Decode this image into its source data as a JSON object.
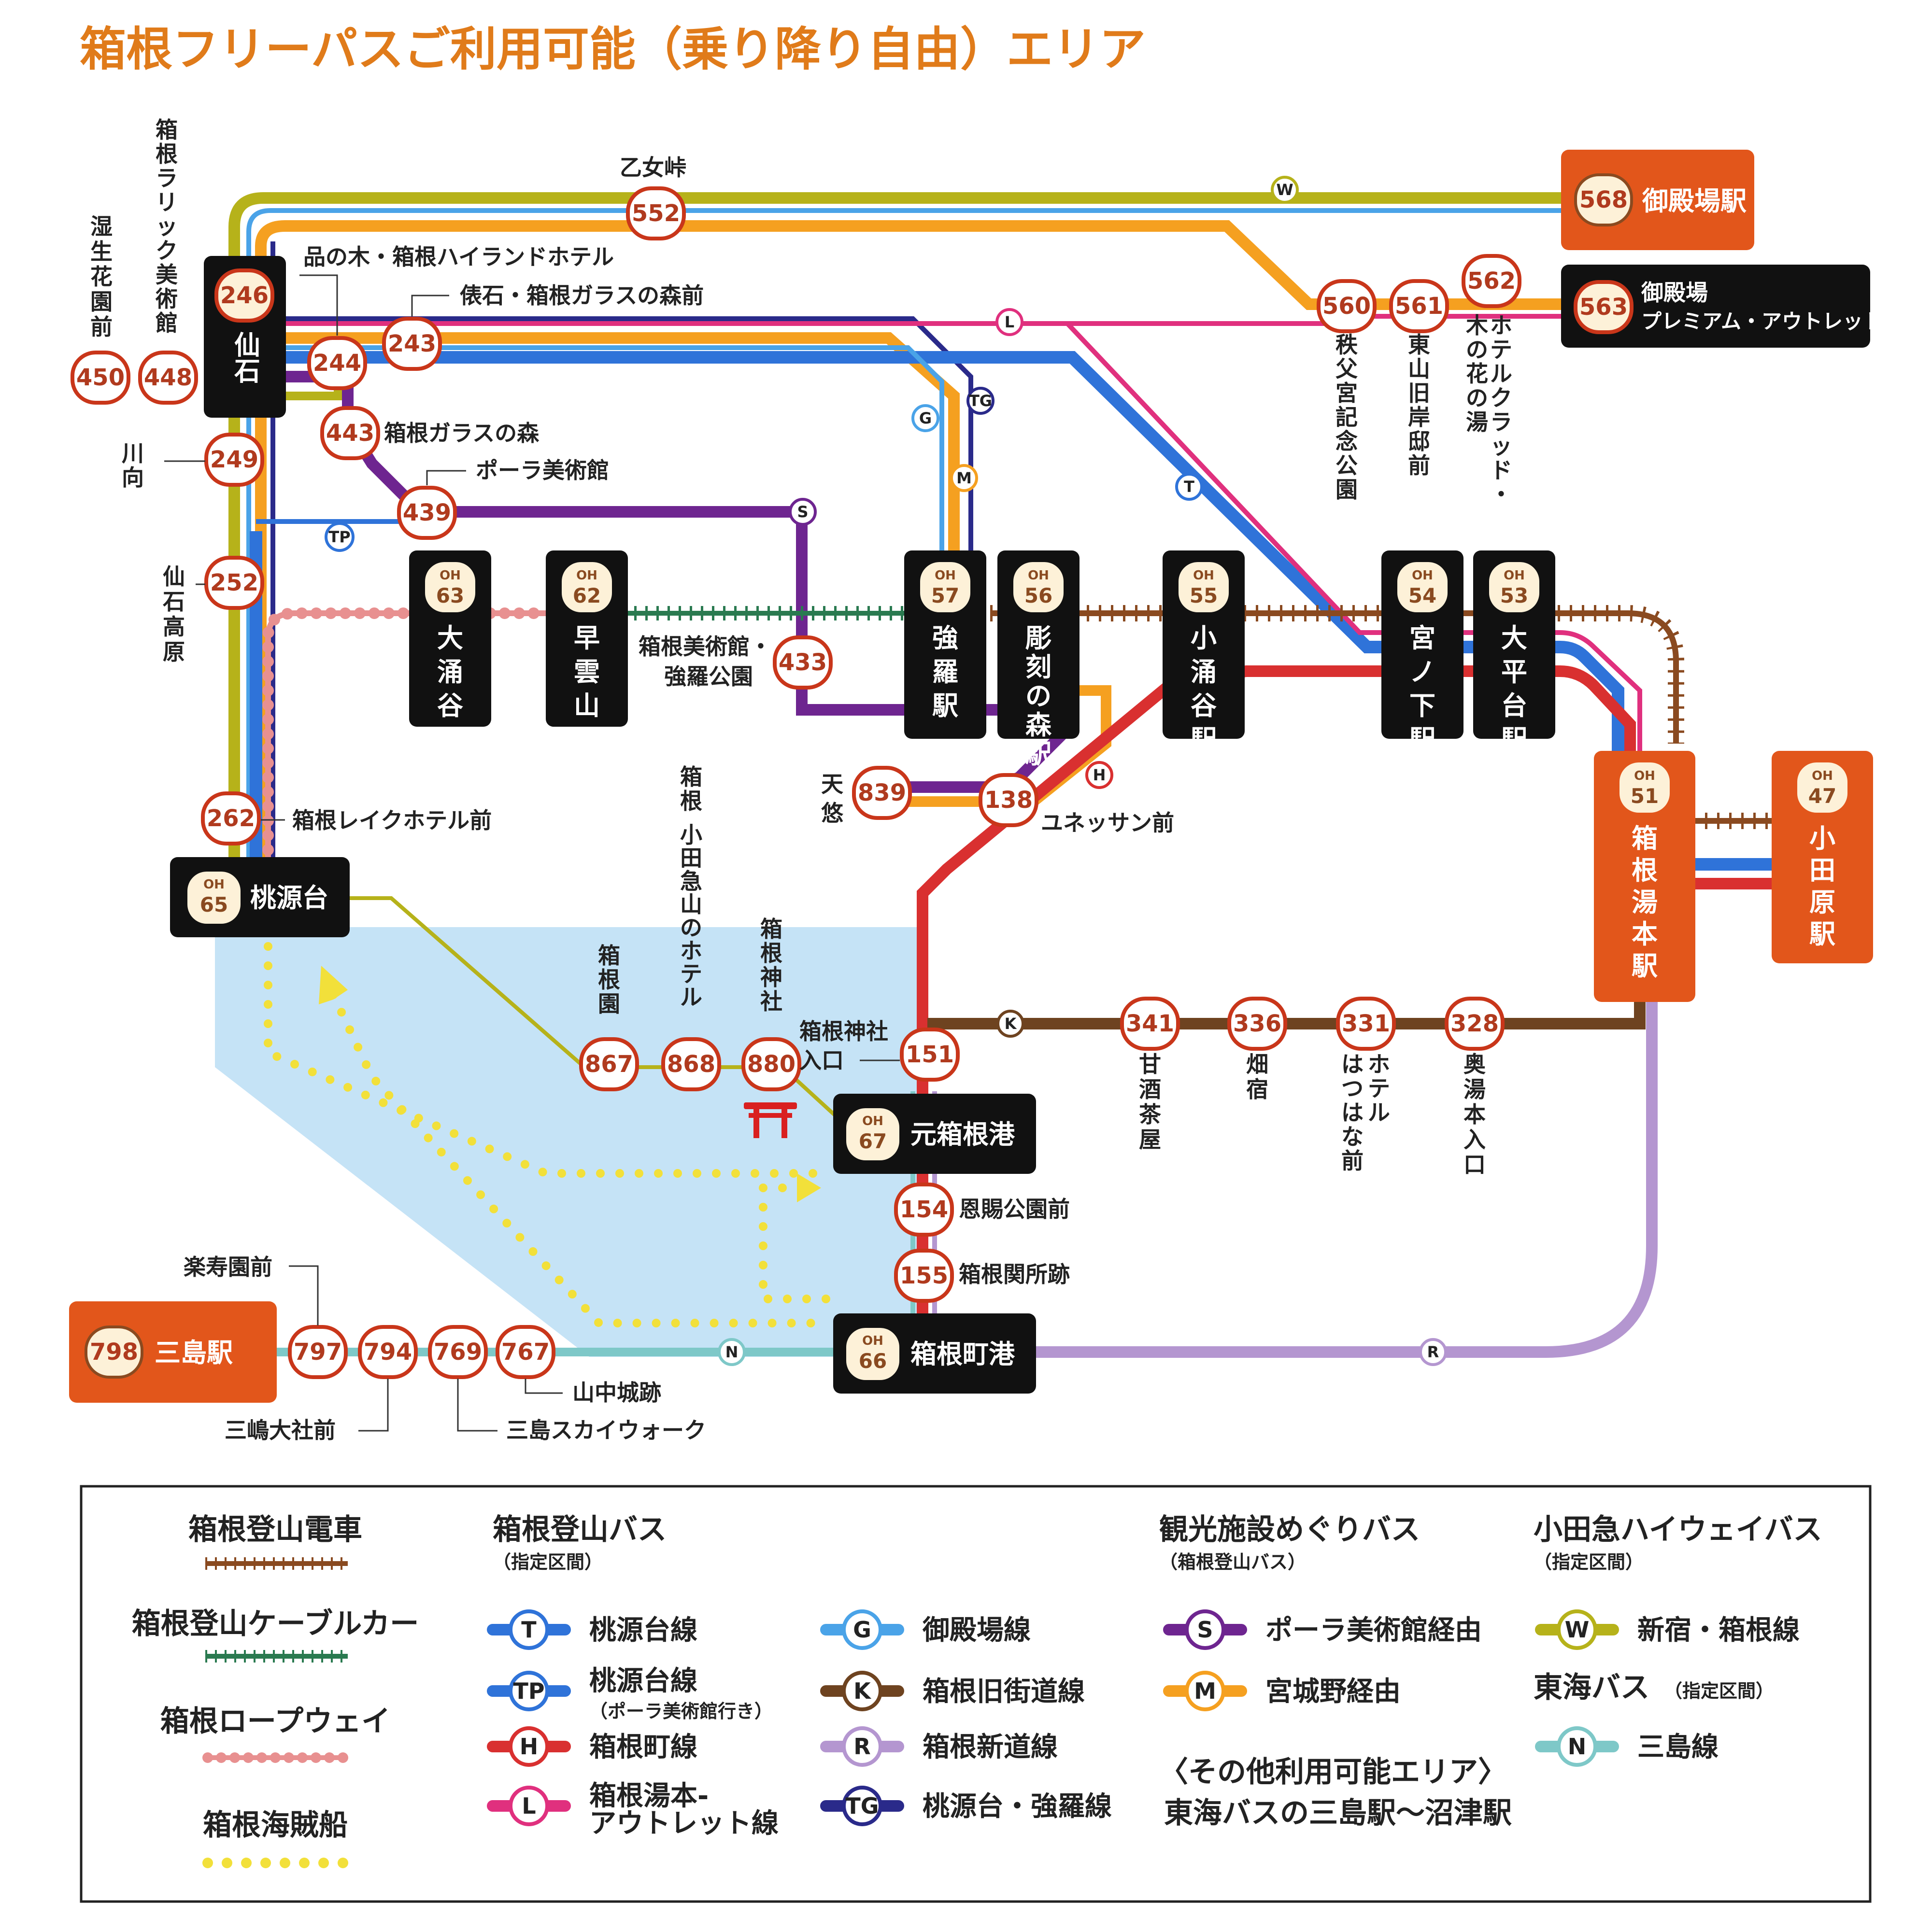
{
  "title": "箱根フリーパスご利用可能（乗り降り自由）エリア",
  "colors": {
    "title": "#e07b1a",
    "T": "#2f73d9",
    "TP": "#2f73d9",
    "H": "#d93030",
    "L": "#e0307e",
    "G": "#4aa3e8",
    "K": "#6e4320",
    "R": "#b496d0",
    "TG": "#2a2a8a",
    "S": "#6e2590",
    "M": "#f5a020",
    "W": "#b6b21a",
    "N": "#7ec8c8",
    "railway": "#8a4a20",
    "cable": "#2a7a50",
    "ropeway": "#e89090",
    "pirate": "#f2e03a",
    "lake": "#c5e3f6",
    "station_dark": "#111111",
    "station_orange": "#e2561b",
    "stop_border": "#c9361a",
    "torii": "#d92020"
  },
  "lines": {
    "T": "T",
    "TP": "TP",
    "H": "H",
    "L": "L",
    "G": "G",
    "K": "K",
    "R": "R",
    "TG": "TG",
    "S": "S",
    "M": "M",
    "W": "W",
    "N": "N"
  },
  "stations": {
    "sengoku": {
      "num": "246",
      "name": "仙石"
    },
    "gotemba": {
      "num": "568",
      "name": "御殿場駅"
    },
    "outlet": {
      "num": "563",
      "name1": "御殿場",
      "name2": "プレミアム・アウトレット"
    },
    "owakudani": {
      "oh": "OH",
      "num": "63",
      "name": "大涌谷"
    },
    "sounzan": {
      "oh": "OH",
      "num": "62",
      "name": "早雲山"
    },
    "gora": {
      "oh": "OH",
      "num": "57",
      "name": "強羅駅"
    },
    "chokoku": {
      "oh": "OH",
      "num": "56",
      "name": "彫刻の森駅"
    },
    "kowakidani": {
      "oh": "OH",
      "num": "55",
      "name": "小涌谷駅"
    },
    "miyanoshita": {
      "oh": "OH",
      "num": "54",
      "name": "宮ノ下駅"
    },
    "ohiradai": {
      "oh": "OH",
      "num": "53",
      "name": "大平台駅"
    },
    "yumoto": {
      "oh": "OH",
      "num": "51",
      "name": "箱根湯本駅"
    },
    "odawara": {
      "oh": "OH",
      "num": "47",
      "name": "小田原駅"
    },
    "togendai": {
      "oh": "OH",
      "num": "65",
      "name": "桃源台"
    },
    "motohakone": {
      "oh": "OH",
      "num": "67",
      "name": "元箱根港"
    },
    "hakonemachi": {
      "oh": "OH",
      "num": "66",
      "name": "箱根町港"
    },
    "mishima": {
      "num": "798",
      "name": "三島駅"
    }
  },
  "stops": {
    "s552": "552",
    "s560": "560",
    "s561": "561",
    "s562": "562",
    "s450": "450",
    "s448": "448",
    "s244": "244",
    "s243": "243",
    "s443": "443",
    "s249": "249",
    "s439": "439",
    "s252": "252",
    "s433": "433",
    "s839": "839",
    "s138": "138",
    "s262": "262",
    "s867": "867",
    "s868": "868",
    "s880": "880",
    "s151": "151",
    "s341": "341",
    "s336": "336",
    "s331": "331",
    "s328": "328",
    "s154": "154",
    "s155": "155",
    "s797": "797",
    "s794": "794",
    "s769": "769",
    "s767": "767"
  },
  "labels": {
    "otomeToge": "乙女峠",
    "shinagi": "品の木・箱根ハイランドホテル",
    "tawaraishi": "俵石・箱根ガラスの森前",
    "glassMori": "箱根ガラスの森",
    "pola": "ポーラ美術館",
    "bijutsukan1": "箱根美術館・",
    "bijutsukan2": "強羅公園",
    "ten": "天",
    "yu": "悠",
    "yunessun": "ユネッサン前",
    "lakeHotel": "箱根レイクホテル前",
    "jinjaIriguchi1": "箱根神社",
    "jinjaIriguchi2": "入口",
    "onshi": "恩賜公園前",
    "sekisho": "箱根関所跡",
    "rakujuen": "楽寿園前",
    "yamanaka": "山中城跡",
    "taisha": "三嶋大社前",
    "skywalk": "三島スカイウォーク",
    "shisshoka": "湿生花園前",
    "lalique": "箱根ラリック美術館",
    "sengokuKogen": "仙石高原",
    "kawamuki": "川向",
    "chichibu": "秩父宮記念公園",
    "higashiyama": "東山旧岸邸前",
    "crad": "ホテルクラッド・木の花の湯",
    "amazake": "甘酒茶屋",
    "hatajuku": "畑宿",
    "hatsuhana": "ホテルはつはな前",
    "okuyumoto": "奥湯本入口",
    "hakoneen": "箱根園",
    "odakyuHotel": "箱根小田急山のホテル",
    "hakoneJinja": "箱根神社"
  },
  "legend": {
    "tozanRailway": "箱根登山電車",
    "cableCar": "箱根登山ケーブルカー",
    "ropeway": "箱根ロープウェイ",
    "pirateShip": "箱根海賊船",
    "tozanBus": "箱根登山バス",
    "tozanBusSub": "（指定区間）",
    "T": "桃源台線",
    "TP1": "桃源台線",
    "TP2": "（ポーラ美術館行き）",
    "H": "箱根町線",
    "L1": "箱根湯本-",
    "L2": "アウトレット線",
    "G": "御殿場線",
    "K": "箱根旧街道線",
    "R": "箱根新道線",
    "TG": "桃源台・強羅線",
    "kankoBus": "観光施設めぐりバス",
    "kankoBusSub": "（箱根登山バス）",
    "S": "ポーラ美術館経由",
    "M": "宮城野経由",
    "highwayBus": "小田急ハイウェイバス",
    "highwayBusSub": "（指定区間）",
    "W": "新宿・箱根線",
    "tokaiBus": "東海バス",
    "tokaiBusSub": "（指定区間）",
    "N": "三島線",
    "otherArea": "〈その他利用可能エリア〉",
    "otherAreaDetail": "東海バスの三島駅〜沼津駅"
  }
}
